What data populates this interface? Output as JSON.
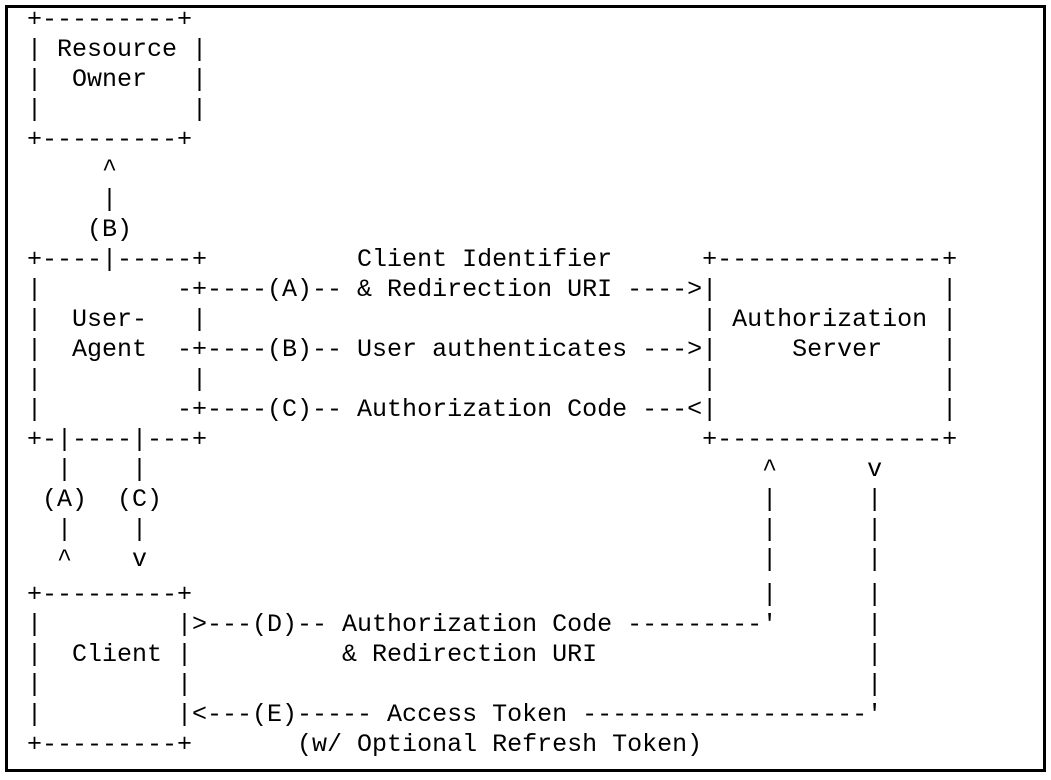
{
  "diagram": {
    "lines": [
      "+---------+",
      "| Resource |",
      "|  Owner   |",
      "|          |",
      "+---------+",
      "     ^",
      "     |",
      "    (B)",
      "+----|-----+          Client Identifier      +---------------+",
      "|         -+----(A)-- & Redirection URI ---->|               |",
      "|  User-   |                                 | Authorization |",
      "|  Agent  -+----(B)-- User authenticates --->|     Server    |",
      "|          |                                 |               |",
      "|         -+----(C)-- Authorization Code ---<|               |",
      "+-|----|---+                                 +---------------+",
      "  |    |                                         ^      v",
      " (A)  (C)                                        |      |",
      "  |    |                                         |      |",
      "  ^    v                                         |      |",
      "+---------+                                      |      |",
      "|         |>---(D)-- Authorization Code ---------'      |",
      "|  Client |          & Redirection URI                  |",
      "|         |                                             |",
      "|         |<---(E)----- Access Token -------------------'",
      "+---------+       (w/ Optional Refresh Token)"
    ]
  }
}
